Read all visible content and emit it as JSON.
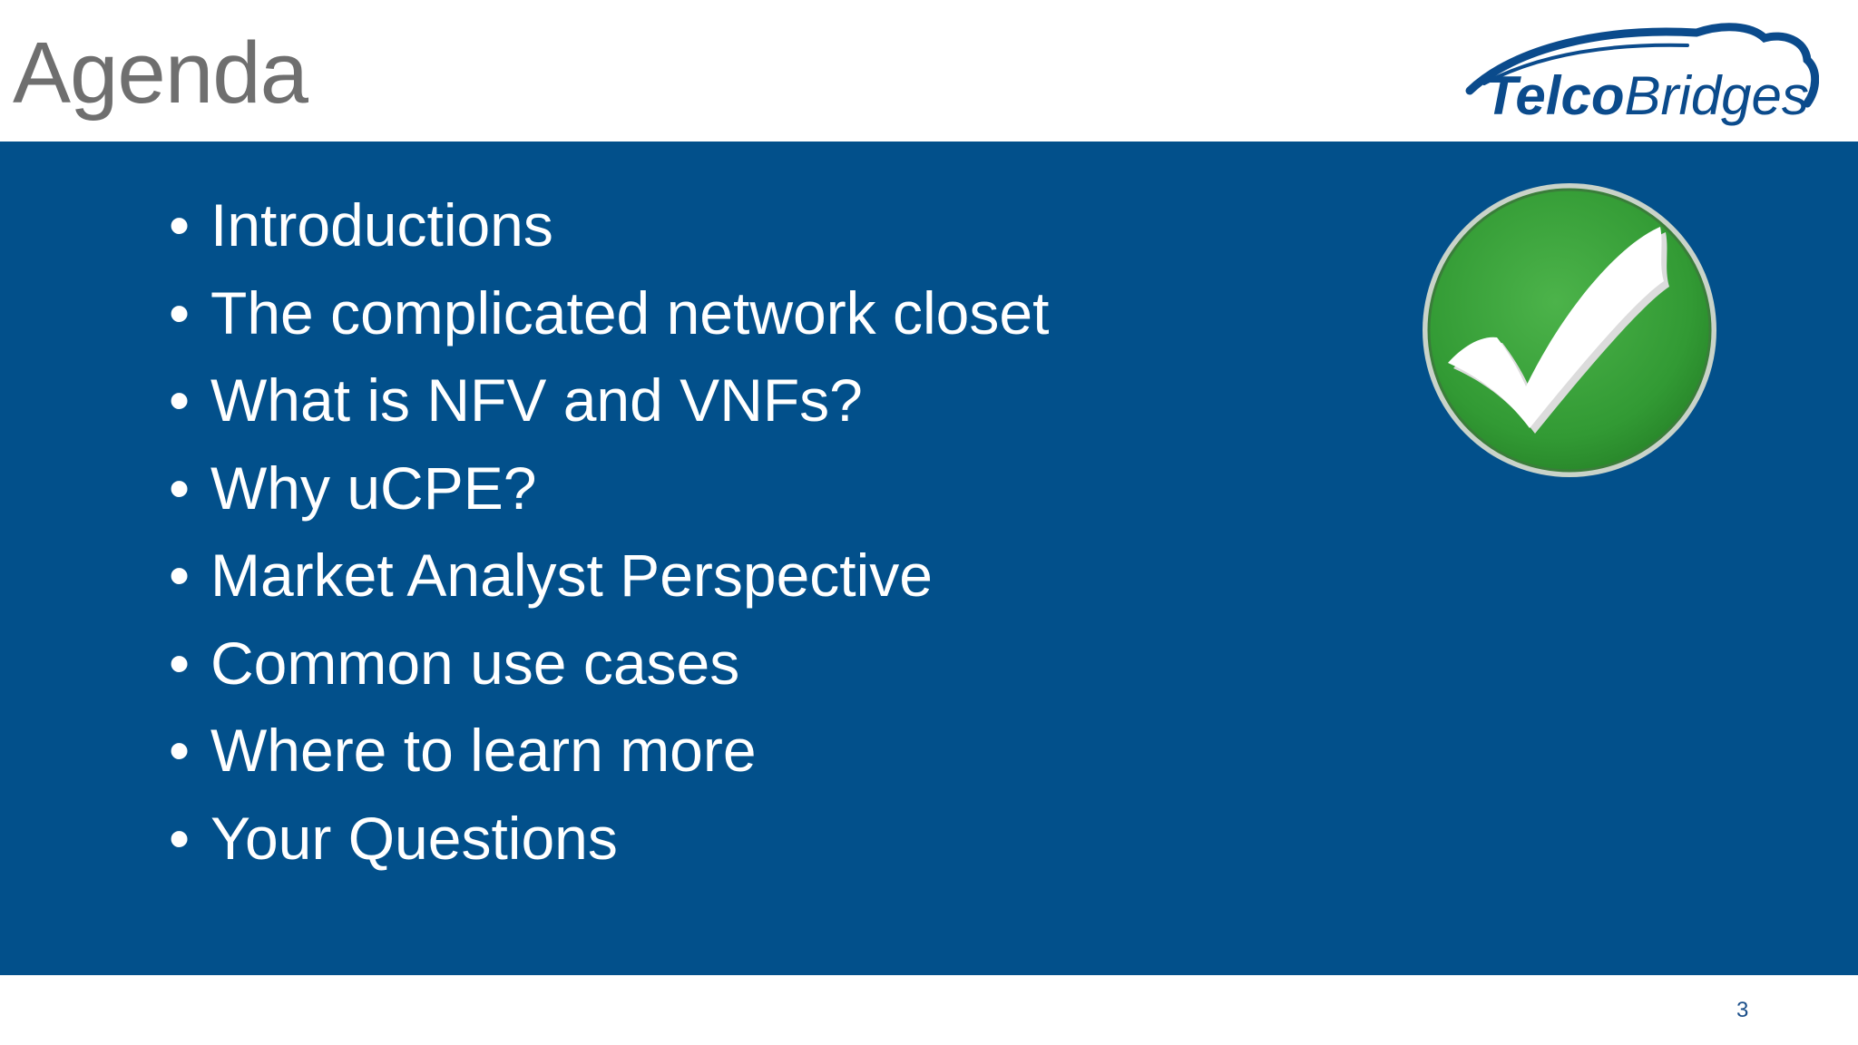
{
  "slide": {
    "title": "Agenda",
    "page_number": "3"
  },
  "logo": {
    "text_part1": "Telco",
    "text_part2": "Bridges",
    "icon": "telcobridges-logo"
  },
  "agenda": {
    "bullet": "•",
    "items": [
      "Introductions",
      "The complicated network closet",
      "What is NFV and VNFs?",
      "Why uCPE?",
      "Market Analyst Perspective",
      "Common use cases",
      "Where to learn more",
      "Your Questions"
    ]
  },
  "checkmark": {
    "icon": "checkmark-icon"
  },
  "colors": {
    "band": "#02508b",
    "title": "#6f6f6f",
    "check_green": "#3aa03a",
    "logo_blue": "#0b4b8c"
  }
}
